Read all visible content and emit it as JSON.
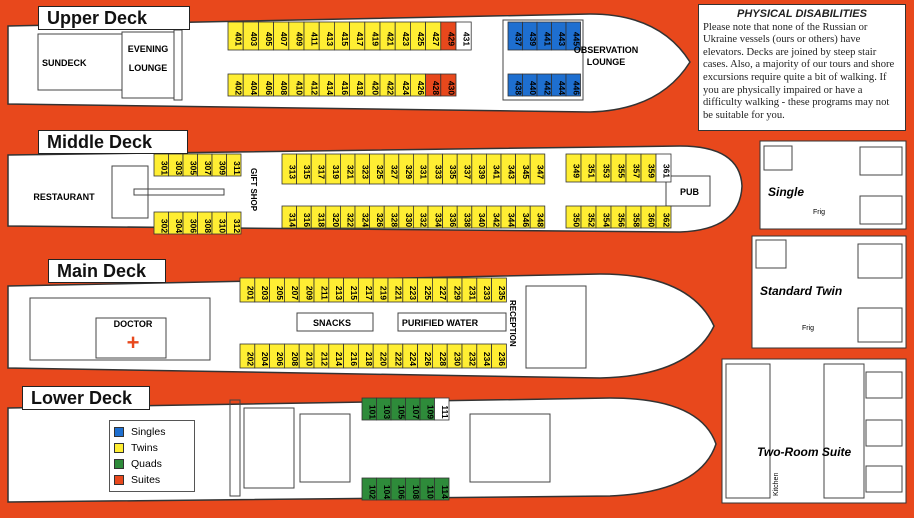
{
  "decks": {
    "upper": "Upper Deck",
    "middle": "Middle Deck",
    "main": "Main Deck",
    "lower": "Lower Deck"
  },
  "labels": {
    "sundeck": "SUNDECK",
    "evening1": "EVENING",
    "evening2": "LOUNGE",
    "observation1": "OBSERVATION",
    "observation2": "LOUNGE",
    "restaurant": "RESTAURANT",
    "giftshop": "GIFT SHOP",
    "pub": "PUB",
    "doctor": "DOCTOR",
    "snacks": "SNACKS",
    "water": "PURIFIED WATER",
    "reception": "RECEPTION"
  },
  "info": {
    "title": "PHYSICAL DISABILITIES",
    "text": "Please note that none of the Russian or Ukraine vessels (ours or others) have elevators. Decks are joined by steep stair cases. Also, a majority of our tours and shore excursions require quite a bit of walking. If you are physically impaired or have a difficulty walking - these programs may not be suitable for you."
  },
  "legend": [
    {
      "label": "Singles",
      "color": "#1e6fd0"
    },
    {
      "label": "Twins",
      "color": "#ffee33"
    },
    {
      "label": "Quads",
      "color": "#2e8b3a"
    },
    {
      "label": "Suites",
      "color": "#e8481c"
    }
  ],
  "rooms": {
    "single": "Single",
    "twin": "Standard Twin",
    "suite": "Two-Room Suite",
    "frig": "Frig",
    "kitchen": "Kitchen"
  },
  "cabins": {
    "upper_top": [
      "401",
      "403",
      "405",
      "407",
      "409",
      "411",
      "413",
      "415",
      "417",
      "419",
      "421",
      "423",
      "425",
      "427",
      "429",
      "431"
    ],
    "upper_bottom": [
      "402",
      "404",
      "406",
      "408",
      "410",
      "412",
      "414",
      "416",
      "418",
      "420",
      "422",
      "424",
      "426",
      "428",
      "430"
    ],
    "upper_blue_top": [
      "437",
      "439",
      "441",
      "443",
      "445"
    ],
    "upper_blue_bottom": [
      "438",
      "440",
      "442",
      "444",
      "446"
    ],
    "middle_left_top": [
      "301",
      "303",
      "305",
      "307",
      "309",
      "311"
    ],
    "middle_left_bottom": [
      "302",
      "304",
      "306",
      "308",
      "310",
      "312"
    ],
    "middle_top": [
      "313",
      "315",
      "317",
      "319",
      "321",
      "323",
      "325",
      "327",
      "329",
      "331",
      "333",
      "335",
      "337",
      "339",
      "341",
      "343",
      "345",
      "347"
    ],
    "middle_bottom": [
      "314",
      "316",
      "318",
      "320",
      "322",
      "324",
      "326",
      "328",
      "330",
      "332",
      "334",
      "336",
      "338",
      "340",
      "342",
      "344",
      "346",
      "348"
    ],
    "middle_right_top": [
      "349",
      "351",
      "353",
      "355",
      "357",
      "359",
      "361"
    ],
    "middle_right_bottom": [
      "350",
      "352",
      "354",
      "356",
      "358",
      "360",
      "362"
    ],
    "main_top": [
      "201",
      "203",
      "205",
      "207",
      "209",
      "211",
      "213",
      "215",
      "217",
      "219",
      "221",
      "223",
      "225",
      "227",
      "229",
      "231",
      "233",
      "235"
    ],
    "main_bottom": [
      "202",
      "204",
      "206",
      "208",
      "210",
      "212",
      "214",
      "216",
      "218",
      "220",
      "222",
      "224",
      "226",
      "228",
      "230",
      "232",
      "234",
      "236"
    ],
    "lower_top": [
      "101",
      "103",
      "105",
      "107",
      "109",
      "111"
    ],
    "lower_bottom": [
      "102",
      "104",
      "106",
      "108",
      "110",
      "114"
    ]
  }
}
